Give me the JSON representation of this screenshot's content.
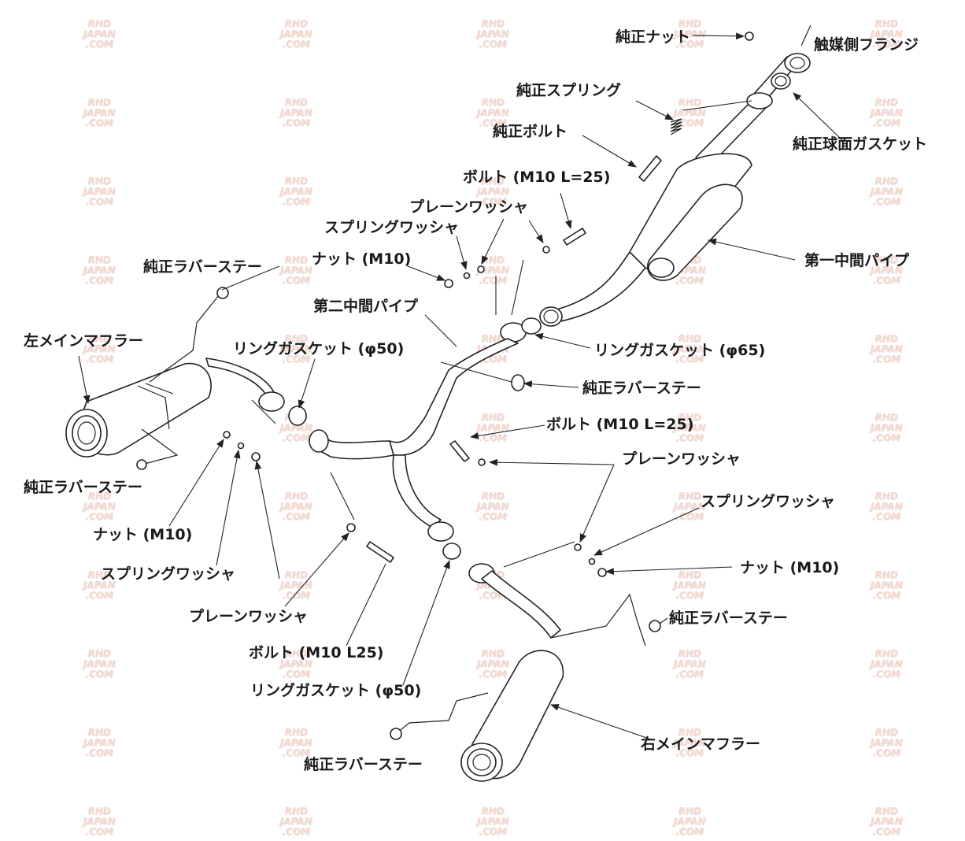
{
  "watermark": {
    "line1": "RHD",
    "line2": "JAPAN",
    "line3": ".COM"
  },
  "labels": {
    "oem_nut": "純正ナット",
    "catalyst_flange": "触媒側フランジ",
    "oem_spring": "純正スプリング",
    "oem_bolt": "純正ボルト",
    "oem_spherical_gasket": "純正球面ガスケット",
    "bolt_m10_l25_top": "ボルト (M10 L=25)",
    "plain_washer_top": "プレーンワッシャ",
    "spring_washer_top": "スプリングワッシャ",
    "nut_m10_top": "ナット (M10)",
    "oem_rubber_stay_top_left": "純正ラバーステー",
    "first_mid_pipe": "第一中間パイプ",
    "second_mid_pipe": "第二中間パイプ",
    "left_main_muffler": "左メインマフラー",
    "ring_gasket_50_left": "リングガスケット (φ50)",
    "ring_gasket_65": "リングガスケット (φ65)",
    "oem_rubber_stay_mid": "純正ラバーステー",
    "bolt_m10_l25_mid": "ボルト (M10 L=25)",
    "plain_washer_right": "プレーンワッシャ",
    "oem_rubber_stay_left": "純正ラバーステー",
    "spring_washer_right": "スプリングワッシャ",
    "nut_m10_left": "ナット (M10)",
    "nut_m10_right": "ナット (M10)",
    "spring_washer_left": "スプリングワッシャ",
    "oem_rubber_stay_right": "純正ラバーステー",
    "plain_washer_left": "プレーンワッシャ",
    "bolt_m10_l25_bottom": "ボルト (M10 L25)",
    "ring_gasket_50_bottom": "リングガスケット (φ50)",
    "right_main_muffler": "右メインマフラー",
    "oem_rubber_stay_bottom": "純正ラバーステー"
  }
}
